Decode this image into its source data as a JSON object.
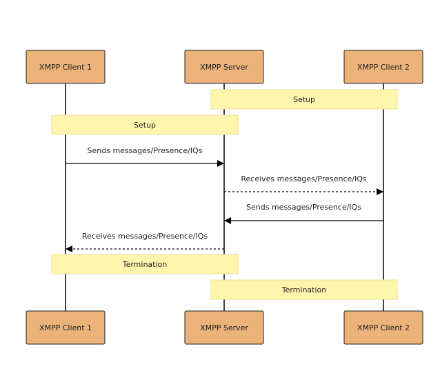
{
  "participants": [
    {
      "id": "client1",
      "label": "XMPP Client 1"
    },
    {
      "id": "server",
      "label": "XMPP Server"
    },
    {
      "id": "client2",
      "label": "XMPP Client 2"
    }
  ],
  "notes": [
    {
      "text": "Setup",
      "over": [
        "server",
        "client2"
      ]
    },
    {
      "text": "Setup",
      "over": [
        "client1",
        "server"
      ]
    },
    {
      "text": "Termination",
      "over": [
        "client1",
        "server"
      ]
    },
    {
      "text": "Termination",
      "over": [
        "server",
        "client2"
      ]
    }
  ],
  "messages": [
    {
      "from": "client1",
      "to": "server",
      "text": "Sends messages/Presence/IQs",
      "style": "solid"
    },
    {
      "from": "server",
      "to": "client2",
      "text": "Receives messages/Presence/IQs",
      "style": "dashed"
    },
    {
      "from": "client2",
      "to": "server",
      "text": "Sends messages/Presence/IQs",
      "style": "solid"
    },
    {
      "from": "server",
      "to": "client1",
      "text": "Receives messages/Presence/IQs",
      "style": "dashed"
    }
  ],
  "colors": {
    "actor_fill": "#ebb279",
    "actor_stroke": "#222222",
    "note_fill": "#fff5ad",
    "note_stroke": "#e9e29a",
    "line": "#000000"
  }
}
